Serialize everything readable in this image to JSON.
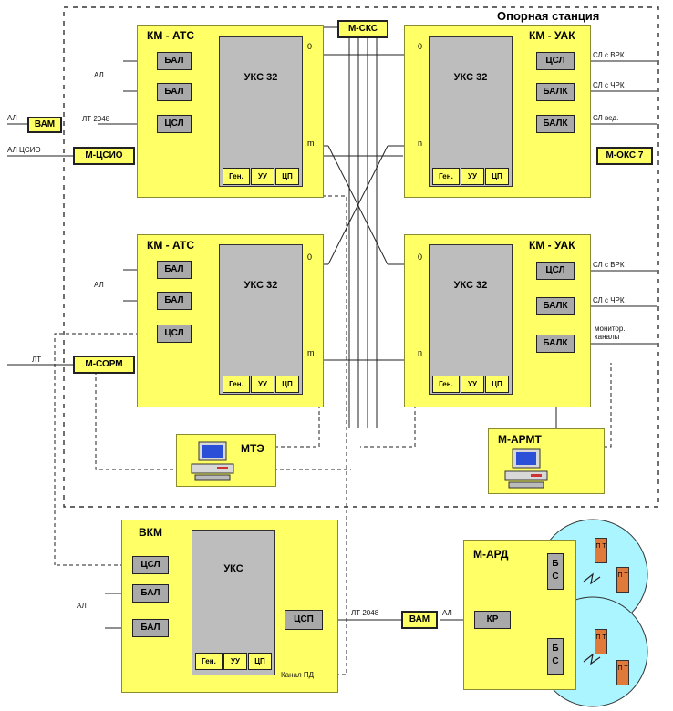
{
  "station": {
    "title": "Опорная станция"
  },
  "skc": "М-СКС",
  "km_ats_1": {
    "title": "КМ - АТС",
    "ukc": "УКС 32",
    "modules": [
      "БАЛ",
      "БАЛ",
      "ЦСЛ"
    ],
    "bottom": [
      "Ген.",
      "УУ",
      "ЦП"
    ],
    "ports": [
      "0",
      "m"
    ]
  },
  "km_ats_2": {
    "title": "КМ - АТС",
    "ukc": "УКС 32",
    "modules": [
      "БАЛ",
      "БАЛ",
      "ЦСЛ"
    ],
    "bottom": [
      "Ген.",
      "УУ",
      "ЦП"
    ],
    "ports": [
      "0",
      "m"
    ]
  },
  "km_uak_1": {
    "title": "КМ - УАК",
    "ukc": "УКС 32",
    "modules": [
      "ЦСЛ",
      "БАЛК",
      "БАЛК"
    ],
    "bottom": [
      "Ген.",
      "УУ",
      "ЦП"
    ],
    "ports": [
      "0",
      "n"
    ]
  },
  "km_uak_2": {
    "title": "КМ - УАК",
    "ukc": "УКС 32",
    "modules": [
      "ЦСЛ",
      "БАЛК",
      "БАЛК"
    ],
    "bottom": [
      "Ген.",
      "УУ",
      "ЦП"
    ],
    "ports": [
      "0",
      "n"
    ]
  },
  "left_labels": {
    "al1": "АЛ",
    "al_bam": "АЛ",
    "bam": "ВАМ",
    "lt": "ЛТ 2048",
    "al_csio": "АЛ ЦСИО",
    "m_csio": "М-ЦСИО",
    "al2": "АЛ",
    "lt2": "ЛТ",
    "m_sorm": "М-СОРМ"
  },
  "right_labels": {
    "sl_vrk1": "СЛ с ВРК",
    "sl_chrk1": "СЛ с ЧРК",
    "sl_ved": "СЛ вед.",
    "m_oks7": "М-ОКС 7",
    "sl_vrk2": "СЛ с ВРК",
    "sl_chrk2": "СЛ с ЧРК",
    "monitor": "монитор. каналы"
  },
  "mte": "МТЭ",
  "m_armt": "М-АРМТ",
  "vkm": {
    "title": "ВКМ",
    "ukc": "УКС",
    "modules": [
      "ЦСЛ",
      "БАЛ",
      "БАЛ"
    ],
    "csp": "ЦСП",
    "bottom": [
      "Ген.",
      "УУ",
      "ЦП"
    ],
    "al": "АЛ",
    "lt": "ЛТ 2048",
    "kanal": "Канал ПД",
    "bam": "ВАМ",
    "al2": "АЛ"
  },
  "m_ard": {
    "title": "М-АРД",
    "kr": "КР",
    "bs": "Б С",
    "pt": "П Т"
  }
}
